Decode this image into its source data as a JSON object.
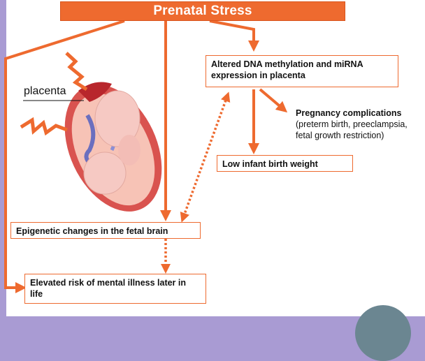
{
  "title": "Prenatal Stress",
  "placenta_label": "placenta",
  "boxes": {
    "methylation": "Altered DNA methylation and miRNA expression in placenta",
    "complications_title": "Pregnancy complications",
    "complications_detail": "(preterm birth, preeclampsia, fetal growth restriction)",
    "birth_weight": "Low infant birth weight",
    "epigenetic": "Epigenetic changes in the fetal brain",
    "mental_illness": "Elevated risk of mental illness later in life"
  },
  "colors": {
    "accent": "#ee6a2f",
    "background": "#a99bd3",
    "womb": "#f7c3b6",
    "uterus_wall": "#d9534f",
    "fetus": "#f6c9c3"
  }
}
